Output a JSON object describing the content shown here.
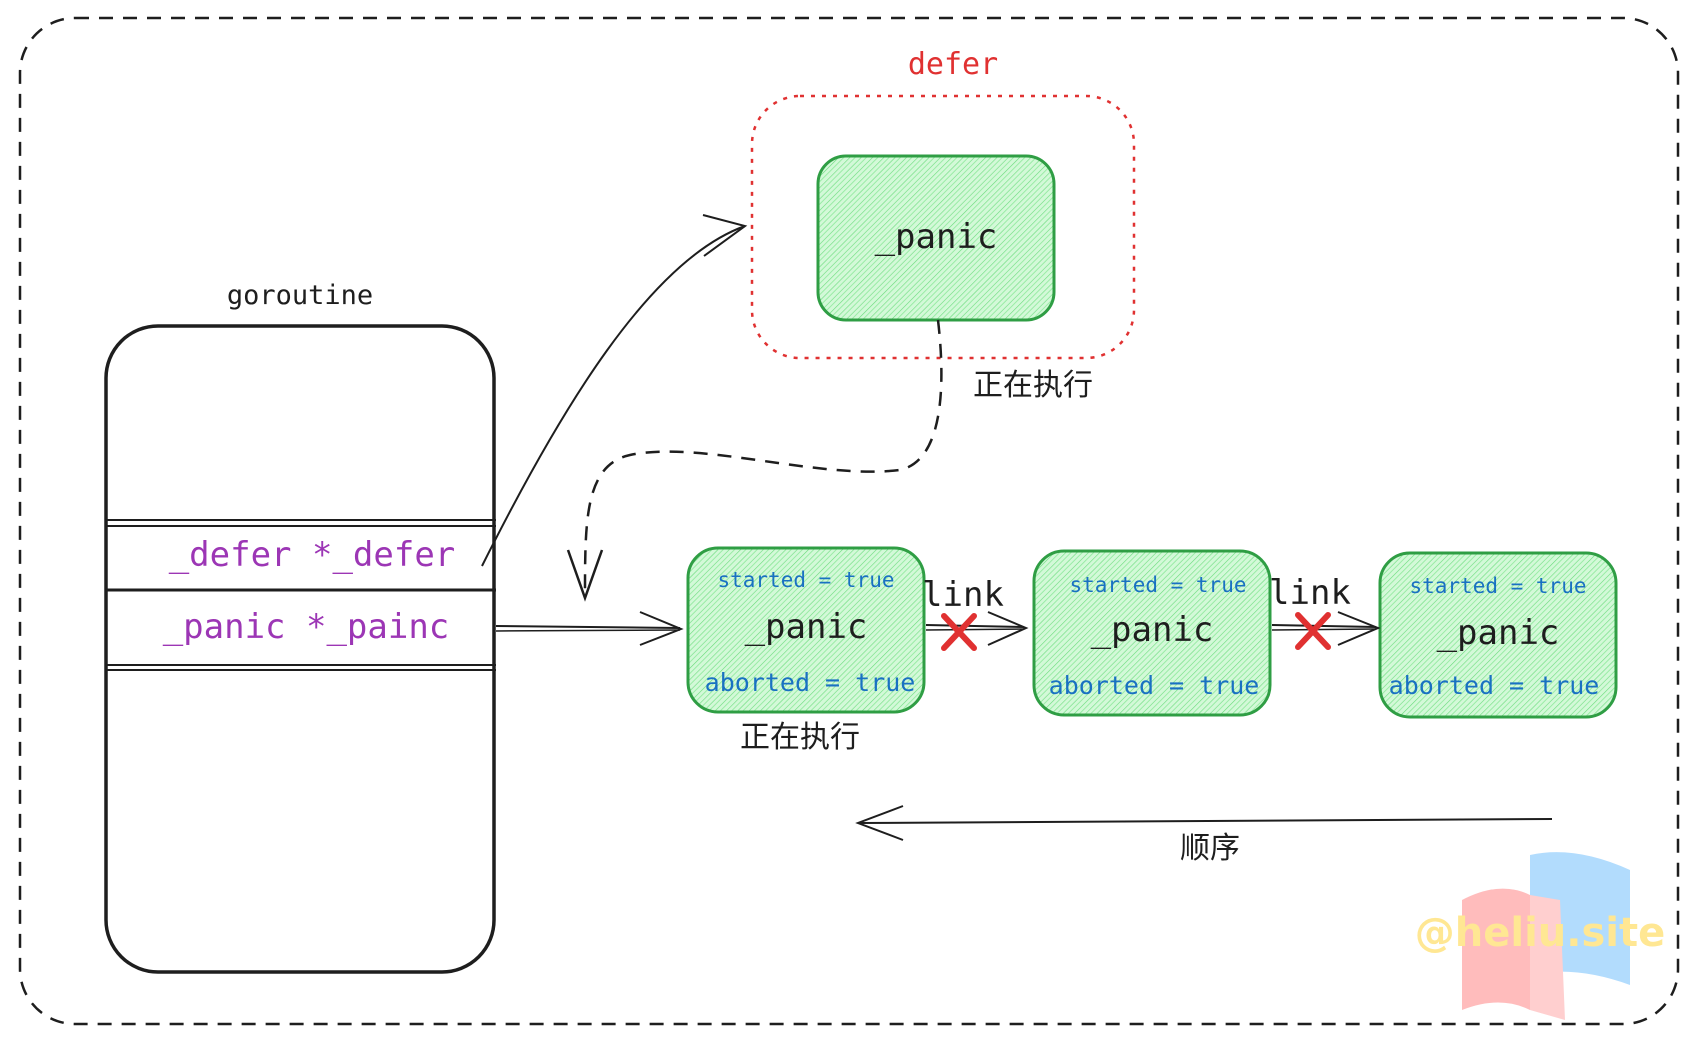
{
  "frame_label": "goroutine",
  "goroutine": {
    "title": "goroutine",
    "defer_field": "_defer *_defer",
    "panic_field": "_panic *_painc"
  },
  "defer_group": {
    "title": "defer",
    "node_label": "_panic",
    "status_label": "正在执行"
  },
  "panic_chain": [
    {
      "top": "started = true",
      "name": "_panic",
      "bottom": "aborted = true",
      "status": "正在执行"
    },
    {
      "top": "started = true",
      "name": "_panic",
      "bottom": "aborted = true",
      "status": ""
    },
    {
      "top": "started = true",
      "name": "_panic",
      "bottom": "aborted = true",
      "status": ""
    }
  ],
  "link_labels": [
    "link",
    "link"
  ],
  "order_label": "顺序",
  "watermark": "@heliu.site",
  "colors": {
    "node_fill": "#b2f2bb",
    "node_stroke": "#2f9e44",
    "defer_title": "#e03131",
    "field_text": "#9c36b5",
    "flag_text": "#1971c2",
    "cross": "#e03131"
  }
}
